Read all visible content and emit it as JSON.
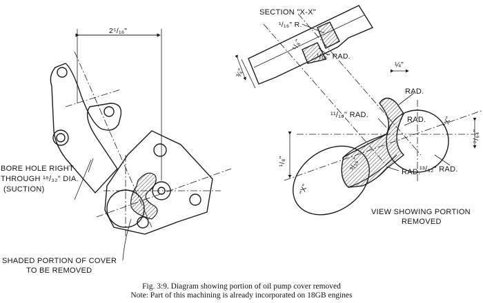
{
  "labels": {
    "dim_top": "2⁵/₁₆\"",
    "section_title": "SECTION \"X-X\"",
    "r_1_16": "¹/₁₆\" R.",
    "rad_1_16": "¹/₁₆\" RAD.",
    "dim_1_8_section": "¹/₈\"",
    "dim_3_4": "¾\"",
    "dim_1_4": "¼\"",
    "rad_1": "RAD.",
    "rad_11_16": "¹¹/₁₆\" RAD.",
    "rad_2": "RAD.",
    "mark_x_right": "\"X\"",
    "dim_7_64": "⁷/₆₄\"",
    "dim_1_8_left": "¹/₈\"",
    "dim_3_16": "³/₁₆\"",
    "mark_x_left": "\"X\"",
    "rad_13_32": "¹³/₃₂\" RAD.",
    "rad_3": "RAD.",
    "bore_line1": "BORE HOLE RIGHT",
    "bore_line2": "THROUGH ¹⁹/₃₂\" DIA.",
    "bore_line3": "(SUCTION)",
    "view_line1": "VIEW SHOWING PORTION",
    "view_line2": "REMOVED",
    "shaded_line1": "SHADED PORTION OF COVER",
    "shaded_line2": "TO BE REMOVED"
  },
  "caption": {
    "line1": "Fig. 3:9. Diagram showing portion of oil pump cover removed",
    "line2": "Note: Part of this machining is already incorporated on 18GB engines"
  },
  "colors": {
    "ink": "#1a1a1a",
    "hatch": "#555555",
    "paper": "#ffffff"
  }
}
